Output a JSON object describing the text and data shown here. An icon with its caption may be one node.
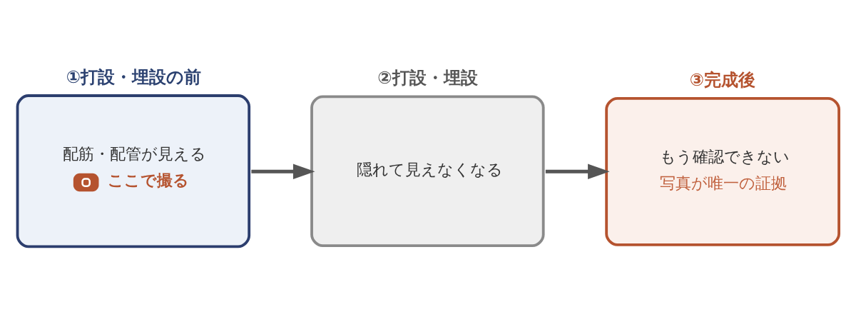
{
  "diagram": {
    "nodes": [
      {
        "text": [
          "①打設・埋設の前",
          "配筋・配管が見える",
          "ここで撮る"
        ]
      },
      {
        "text": [
          "②打設・埋設",
          "隠れて見えなくなる"
        ]
      },
      {
        "text": [
          "③完成後",
          "もう確認できない",
          "写真が唯一の証拠"
        ]
      }
    ],
    "edges": [
      {
        "from": 0,
        "to": 1,
        "arrow": "to"
      },
      {
        "from": 1,
        "to": 2,
        "arrow": "to"
      }
    ]
  }
}
